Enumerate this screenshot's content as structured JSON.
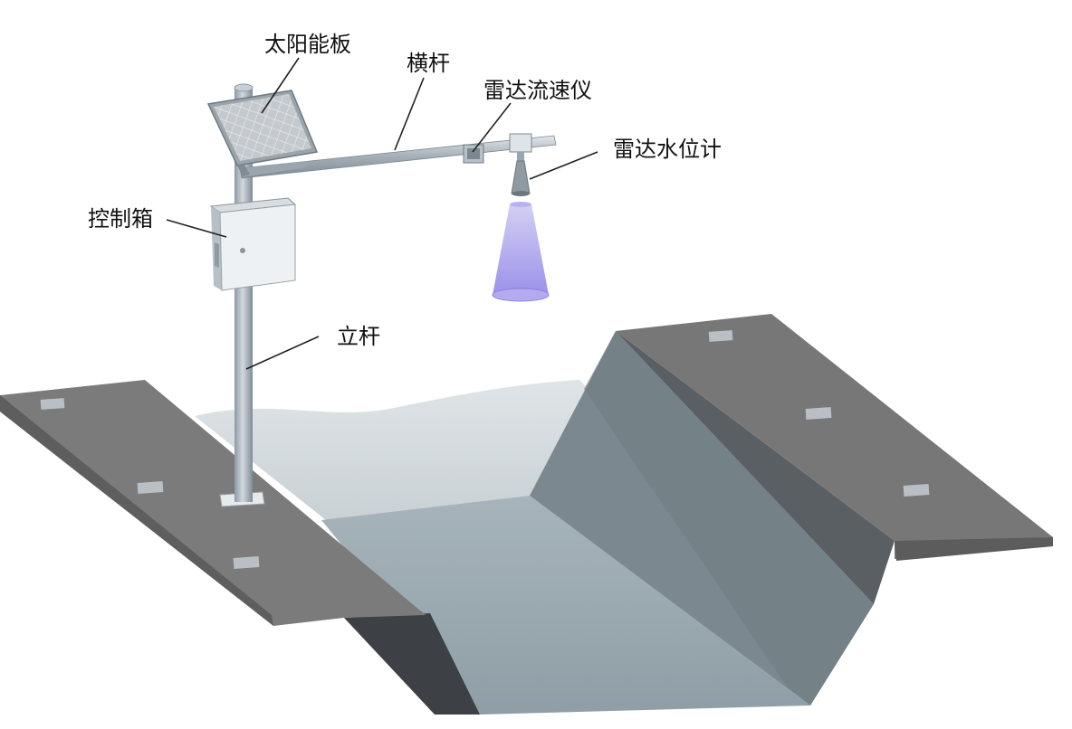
{
  "labels": {
    "solar_panel": "太阳能板",
    "crossbar": "横杆",
    "radar_flowmeter": "雷达流速仪",
    "radar_level_gauge": "雷达水位计",
    "control_box": "控制箱",
    "vertical_pole": "立杆"
  },
  "colors": {
    "bank_top": "#7a7a7a",
    "bank_top_right": "#6e6e6e",
    "channel_wall_right": "#737f86",
    "channel_floor": "#9aa8b0",
    "water_surface": "#d4dadd",
    "pole": "#a9b3bb",
    "radar_beam": "#9f95e8"
  }
}
